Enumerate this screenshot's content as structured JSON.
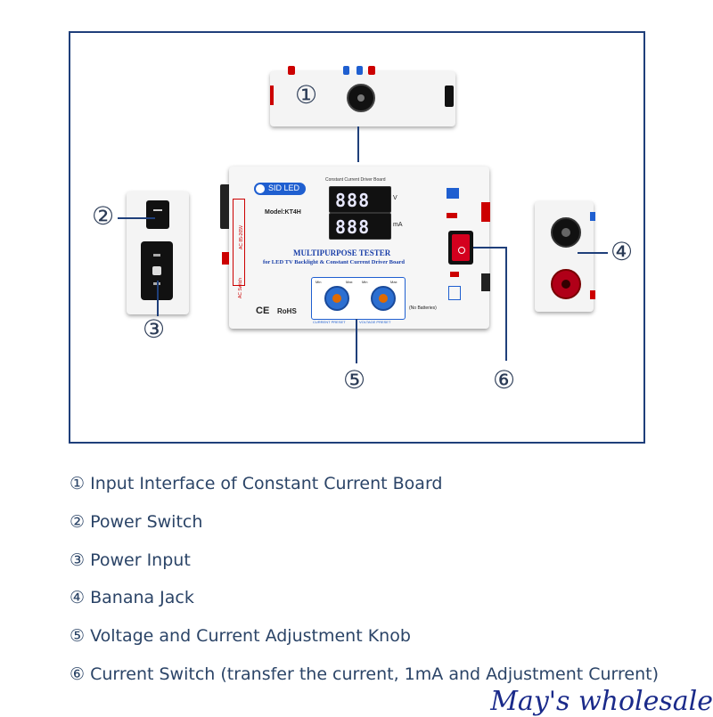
{
  "callouts": [
    "①",
    "②",
    "③",
    "④",
    "⑤",
    "⑥"
  ],
  "legend": [
    {
      "num": "①",
      "text": "Input Interface of Constant Current Board"
    },
    {
      "num": "②",
      "text": "Power Switch"
    },
    {
      "num": "③",
      "text": "Power Input"
    },
    {
      "num": "④",
      "text": "Banana Jack"
    },
    {
      "num": "⑤",
      "text": "Voltage and Current Adjustment Knob"
    },
    {
      "num": "⑥",
      "text": "Current Switch (transfer the current, 1mA and Adjustment  Current)"
    }
  ],
  "device": {
    "brand": "SID LED",
    "header": "Constant Current Driver Board",
    "model": "Model:KT4H",
    "unit_v": "V",
    "unit_ma": "mA",
    "title": "MULTIPURPOSE TESTER",
    "subtitle": "for LED TV Backlight & Constant Current Driver Board",
    "knob_min": "Min",
    "knob_max": "Max",
    "knob1_label": "CURRENT PRESET",
    "knob2_label": "VOLTAGE PRESET",
    "no_batteries": "(No Batteries)",
    "ce": "CE",
    "rohs": "RoHS",
    "side_ac": "AC 85-265V",
    "side_switch": "AC Switch"
  },
  "watermark": "May's wholesale",
  "colors": {
    "frame": "#1f3f7a",
    "legend_text": "#2b4467",
    "watermark": "#1a2a8a",
    "lcd_digit": "#e8e8ff",
    "knob": "#2c6fd1",
    "switch": "#d4001e"
  }
}
